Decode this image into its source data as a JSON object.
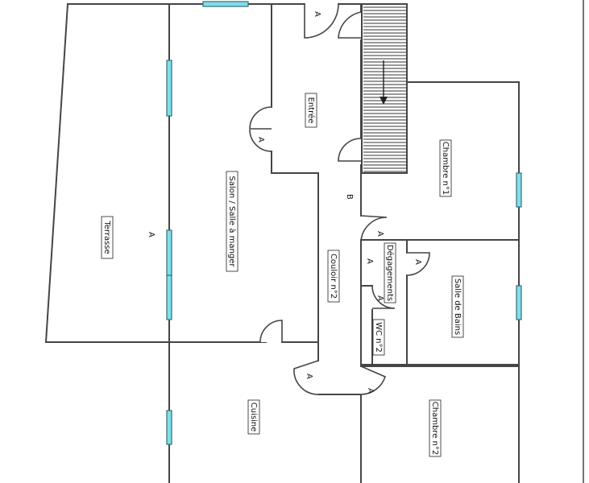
{
  "rooms": {
    "terrasse": "Terrasse",
    "salon": "Salon / Salle à manger",
    "entree": "Entrée",
    "couloir": "Couloir n°2",
    "degagements": "Dégagements",
    "chambre1": "Chambre n°1",
    "salle_de_bains": "Salle de Bains",
    "wc": "WC n°2",
    "cuisine": "Cuisine",
    "chambre2": "Chambre n°2"
  },
  "markers": {
    "a": "A",
    "b": "B"
  }
}
